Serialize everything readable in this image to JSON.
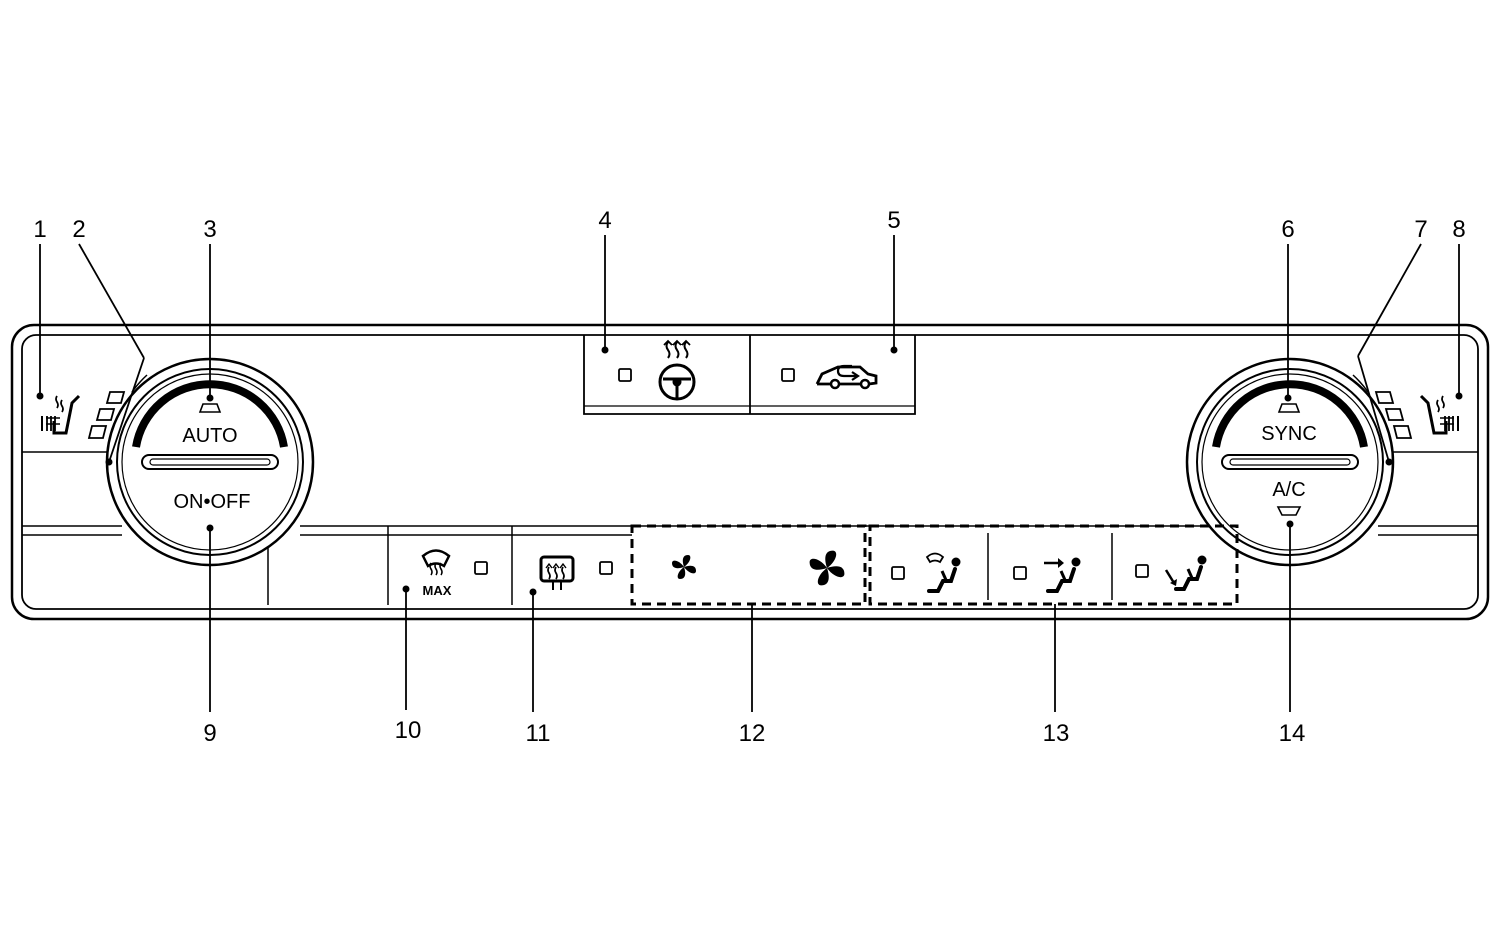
{
  "callouts": [
    "1",
    "2",
    "3",
    "4",
    "5",
    "6",
    "7",
    "8",
    "9",
    "10",
    "11",
    "12",
    "13",
    "14"
  ],
  "left_knob": {
    "top_label": "AUTO",
    "bottom_label": "ON•OFF"
  },
  "right_knob": {
    "top_label": "SYNC",
    "bottom_label": "A/C"
  },
  "max_defrost": {
    "label": "MAX"
  },
  "icons": {
    "left_seat_heater": "seat-heater-icon",
    "heated_steering": "heated-steering-wheel-icon",
    "air_recirculation": "air-recirculation-icon",
    "right_seat_heater": "seat-heater-icon",
    "max_defrost": "windshield-defrost-icon",
    "rear_defrost": "rear-window-defrost-icon",
    "fan_low": "fan-low-icon",
    "fan_high": "fan-high-icon",
    "mode_defrost_floor": "defrost-floor-mode-icon",
    "mode_face": "face-mode-icon",
    "mode_floor": "floor-mode-icon"
  }
}
